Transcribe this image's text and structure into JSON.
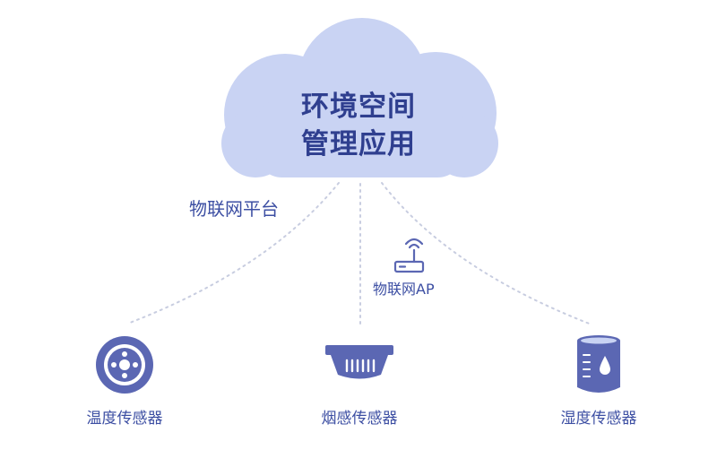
{
  "cloud": {
    "line1": "环境空间",
    "line2": "管理应用"
  },
  "platform_label": "物联网平台",
  "access_point": {
    "label": "物联网AP",
    "icon": "router-icon"
  },
  "sensors": [
    {
      "label": "温度传感器",
      "icon": "temperature-sensor-icon"
    },
    {
      "label": "烟感传感器",
      "icon": "smoke-sensor-icon"
    },
    {
      "label": "湿度传感器",
      "icon": "humidity-sensor-icon"
    }
  ],
  "colors": {
    "cloud_fill": "#c9d3f3",
    "text": "#3d4fa3",
    "icon": "#5b67b3",
    "connector": "#c8cde0"
  }
}
